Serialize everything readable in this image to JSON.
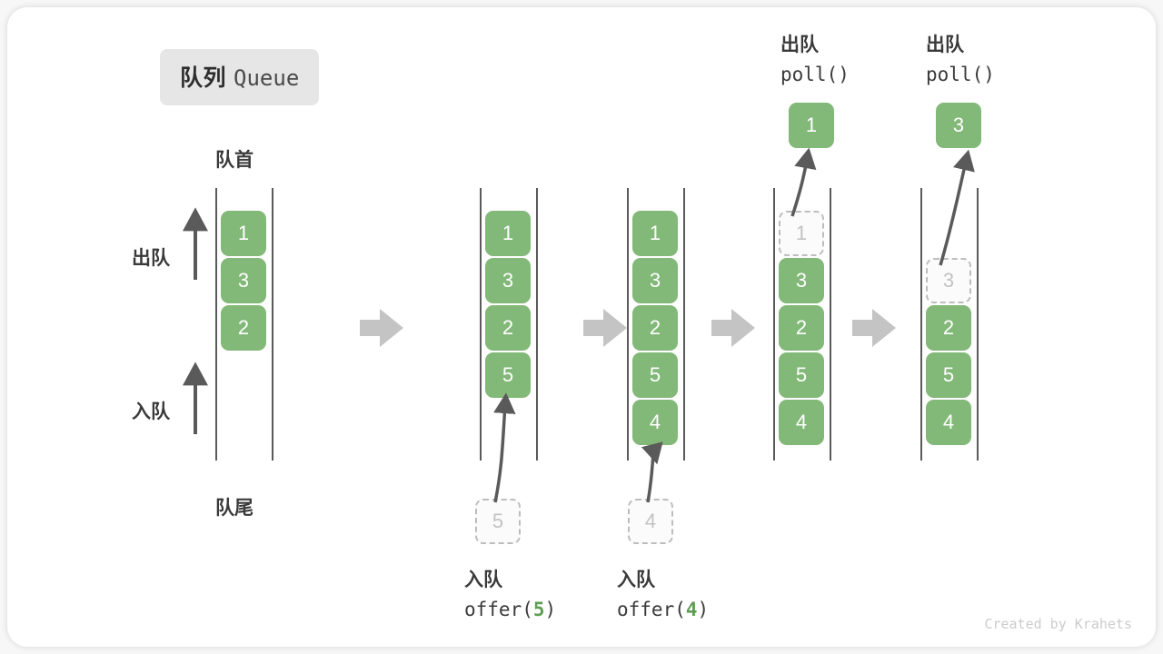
{
  "title": {
    "cn": "队列",
    "en": "Queue"
  },
  "watermark": "Created by Krahets",
  "labels": {
    "front": "队首",
    "rear": "队尾",
    "dequeue": "出队",
    "enqueue": "入队"
  },
  "ops": {
    "poll_cn": "出队",
    "poll_code": "poll()",
    "offer_cn": "入队",
    "offer_code_5_prefix": "offer(",
    "offer_code_5_value": "5",
    "offer_code_5_suffix": ")",
    "offer_code_4_prefix": "offer(",
    "offer_code_4_value": "4",
    "offer_code_4_suffix": ")"
  },
  "colors": {
    "cell_green": "#82b878",
    "ghost_border": "#bdbdbd",
    "ghost_text": "#c2c2c2",
    "rail": "#5a5a5a",
    "arrow_gray": "#c4c4c4",
    "arrow_dark": "#5a5a5a",
    "text_dark": "#3a3a3a",
    "badge_bg": "#e6e6e6",
    "card_bg": "#ffffff",
    "page_bg": "#f7f7f7"
  },
  "steps": [
    {
      "id": "step-1",
      "cells": [
        "1",
        "3",
        "2"
      ],
      "ghost_top": null,
      "ghost_bottom": null,
      "popped": null
    },
    {
      "id": "step-2",
      "cells": [
        "1",
        "3",
        "2",
        "5"
      ],
      "ghost_top": null,
      "ghost_bottom": "5",
      "popped": null
    },
    {
      "id": "step-3",
      "cells": [
        "1",
        "3",
        "2",
        "5",
        "4"
      ],
      "ghost_top": null,
      "ghost_bottom": "4",
      "popped": null
    },
    {
      "id": "step-4",
      "cells": [
        "3",
        "2",
        "5",
        "4"
      ],
      "ghost_top": "1",
      "ghost_bottom": null,
      "popped": "1"
    },
    {
      "id": "step-5",
      "cells": [
        "2",
        "5",
        "4"
      ],
      "ghost_top": "3",
      "ghost_bottom": null,
      "popped": "3"
    }
  ]
}
